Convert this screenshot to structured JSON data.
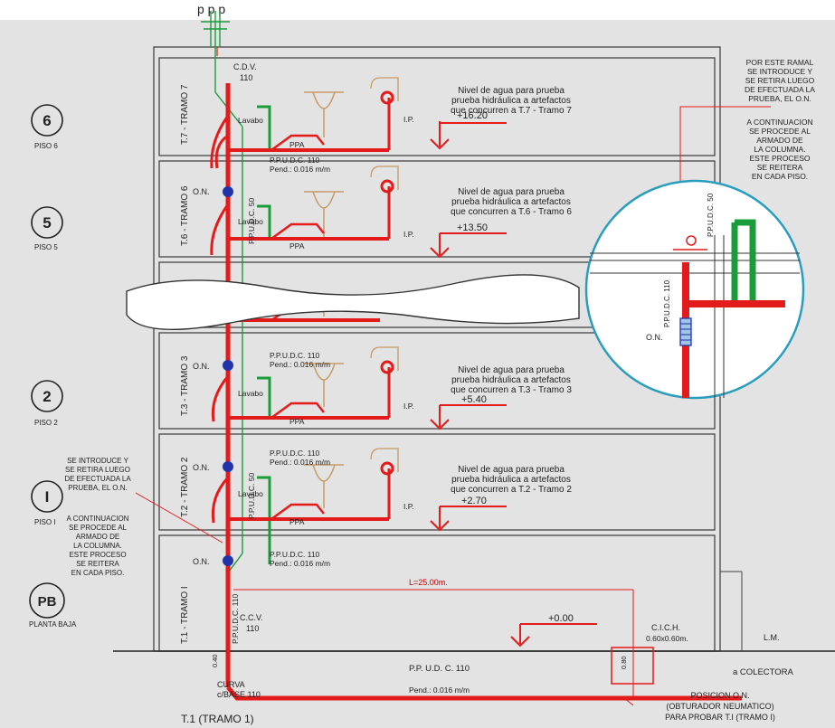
{
  "header_fragment": "p    p    p",
  "floors": [
    {
      "num": "6",
      "label": "PISO 6"
    },
    {
      "num": "5",
      "label": "PISO 5"
    },
    {
      "num": "2",
      "label": "PISO 2"
    },
    {
      "num": "I",
      "label": "PISO I"
    },
    {
      "num": "PB",
      "label": "PLANTA BAJA"
    }
  ],
  "tramos": [
    "T.7 - TRAMO 7",
    "T.6 - TRAMO 6",
    "T.3 - TRAMO 3",
    "T.2 - TRAMO 2",
    "T.1 - TRAMO I"
  ],
  "labels": {
    "cdv": "C.D.V.",
    "cdv_size": "110",
    "lavabo": "Lavabo",
    "ppa": "PPA",
    "ip": "I.P.",
    "on": "O.N.",
    "ppudc110": "P.P.U.D.C. 110",
    "pend_r": "Pend.: 0.016 m/m",
    "ppudc50": "P.P.U.D.C. 50",
    "ccv": "C.C.V.",
    "ccv_size": "110",
    "ppudc110_v": "P.P.U.D.C. 110",
    "curva": "CURVA",
    "curva_base": "c/BASE 110",
    "t1_bottom": "T.1 (TRAMO 1)",
    "length": "L=25.00m.",
    "cich": "C.I.C.H.",
    "cich_size": "0.60x0.60m.",
    "lm": "L.M.",
    "colectora": "a COLECTORA",
    "main_pipe": "P.P. U.D. C. 110",
    "main_pend": "Pend.: 0.016 m/m",
    "zero": "+0.00",
    "h040": "0.40",
    "h080": "0.80",
    "on_position": [
      "POSICION O.N.",
      "(OBTURADOR NEUMATICO)",
      "PARA PROBAR T.I (TRAMO I)"
    ]
  },
  "tests": [
    {
      "l1": "Nivel de agua para prueba",
      "l2": "prueba hidráulica a artefactos",
      "l3": "que concurren a T.7 - Tramo 7",
      "level": "+16.20"
    },
    {
      "l1": "Nivel de agua para prueba",
      "l2": "prueba hidráulica a artefactos",
      "l3": "que concurren a T.6 - Tramo 6",
      "level": "+13.50"
    },
    {
      "l1": "Nivel de agua para prueba",
      "l2": "prueba hidráulica a artefactos",
      "l3": "que concurren a T.3 - Tramo 3",
      "level": "+5.40"
    },
    {
      "l1": "Nivel de agua para prueba",
      "l2": "prueba hidráulica a artefactos",
      "l3": "que concurren a T.2 - Tramo 2",
      "level": "+2.70"
    }
  ],
  "note_top": [
    "POR ESTE RAMAL",
    "SE INTRODUCE Y",
    "SE RETIRA LUEGO",
    "DE EFECTUADA LA",
    "PRUEBA, EL O.N.",
    "",
    "A CONTINUACION",
    "SE PROCEDE AL",
    "ARMADO DE",
    "LA COLUMNA.",
    "ESTE PROCESO",
    "SE REITERA",
    "EN CADA PISO."
  ],
  "note_left": [
    "SE INTRODUCE Y",
    "SE RETIRA LUEGO",
    "DE EFECTUADA LA",
    "PRUEBA, EL O.N.",
    "",
    "A CONTINUACION",
    "SE PROCEDE AL",
    "ARMADO DE",
    "LA COLUMNA.",
    "ESTE PROCESO",
    "SE REITERA",
    "EN CADA PISO."
  ],
  "detail": {
    "pipe50": "P.P.U.D.C. 50",
    "pipe110": "P.P.U.D.C. 110",
    "on": "O.N."
  }
}
